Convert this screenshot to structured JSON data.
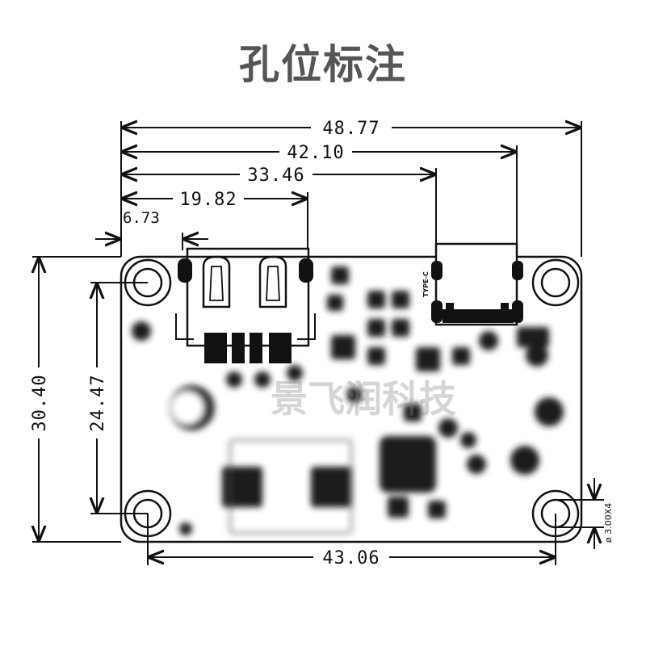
{
  "title": "孔位标注",
  "watermark": "景飞润科技",
  "connector_label": "TYPE-C",
  "hole_note": "ø 3.00X4",
  "dimensions": {
    "overall_width": "48.77",
    "typec_right": "42.10",
    "typec_left": "33.46",
    "usb_right": "19.82",
    "usb_left": "6.73",
    "overall_height": "30.40",
    "hole_vertical": "24.47",
    "hole_horizontal": "43.06"
  },
  "colors": {
    "ink": "#111111",
    "title": "#555555",
    "board": "#ffffff",
    "component": "#1a1a1a"
  }
}
